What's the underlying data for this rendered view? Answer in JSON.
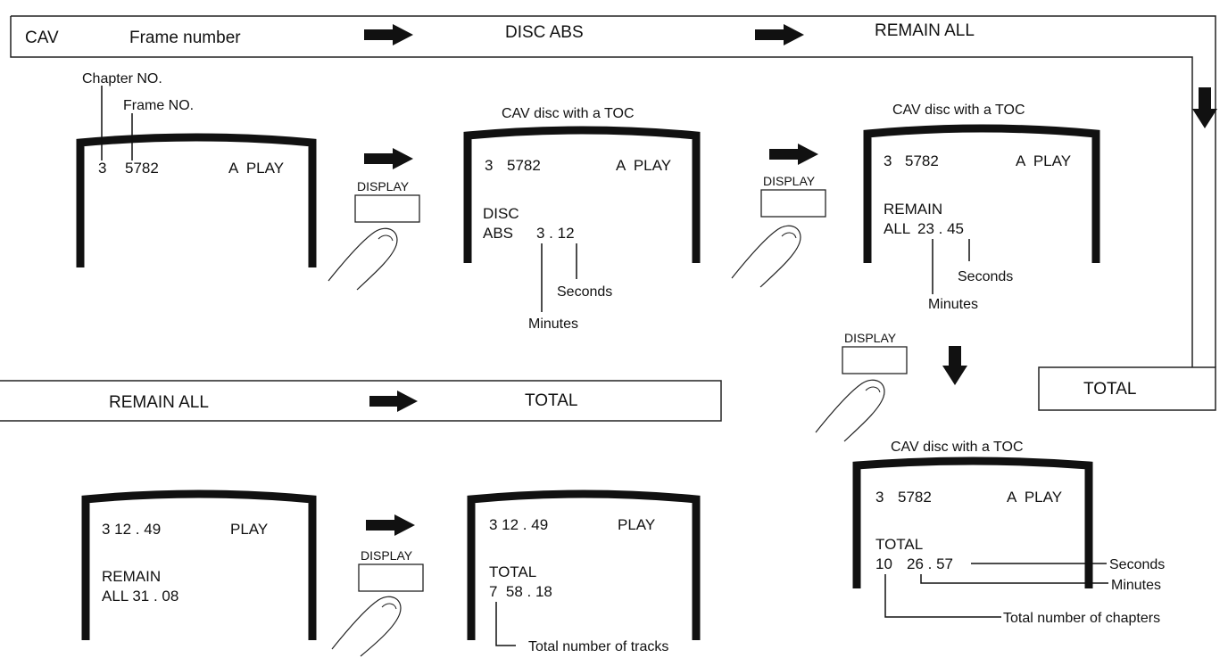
{
  "flow_top": {
    "mode": "CAV",
    "step1": "Frame number",
    "step2": "DISC ABS",
    "step3": "REMAIN ALL",
    "step4": "TOTAL"
  },
  "flow_bottom": {
    "step1": "REMAIN ALL",
    "step2": "TOTAL"
  },
  "button_label": "DISPLAY",
  "screen_caption": "CAV disc with a TOC",
  "screen1": {
    "line1_chapter": "3",
    "line1_frame": "5782",
    "line1_status": "A  PLAY",
    "callout_chapter": "Chapter NO.",
    "callout_frame": "Frame NO."
  },
  "screen2": {
    "line1_chapter": "3",
    "line1_frame": "5782",
    "line1_status": "A  PLAY",
    "line2": "DISC",
    "line3_label": "ABS",
    "line3_value": "3 . 12",
    "callout_seconds": "Seconds",
    "callout_minutes": "Minutes"
  },
  "screen3": {
    "line1_chapter": "3",
    "line1_frame": "5782",
    "line1_status": "A  PLAY",
    "line2": "REMAIN",
    "line3_label": "ALL",
    "line3_value": "23 . 45",
    "callout_seconds": "Seconds",
    "callout_minutes": "Minutes"
  },
  "screen4": {
    "line1_chapter": "3",
    "line1_frame": "5782",
    "line1_status": "A  PLAY",
    "line2": "TOTAL",
    "line3_count": "10",
    "line3_value": "26 . 57",
    "callout_seconds": "Seconds",
    "callout_minutes": "Minutes",
    "callout_chapters": "Total number of chapters"
  },
  "screen5": {
    "line1_time": "3 12 . 49",
    "line1_status": "PLAY",
    "line2": "REMAIN",
    "line3": "ALL 31 . 08"
  },
  "screen6": {
    "line1_time": "3 12 . 49",
    "line1_status": "PLAY",
    "line2": "TOTAL",
    "line3": "7  58 . 18",
    "callout_tracks": "Total number of tracks"
  }
}
